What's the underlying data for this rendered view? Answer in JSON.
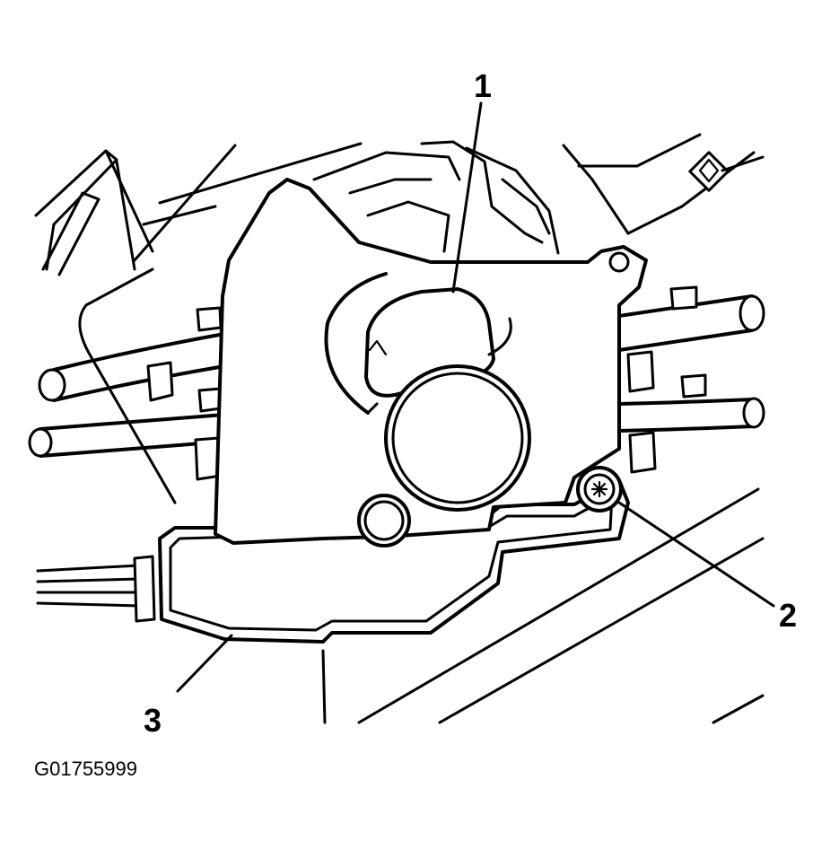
{
  "figure_id": "G01755999",
  "callouts": {
    "one": "1",
    "two": "2",
    "three": "3"
  },
  "colors": {
    "ink": "#000000",
    "paper": "#ffffff"
  }
}
